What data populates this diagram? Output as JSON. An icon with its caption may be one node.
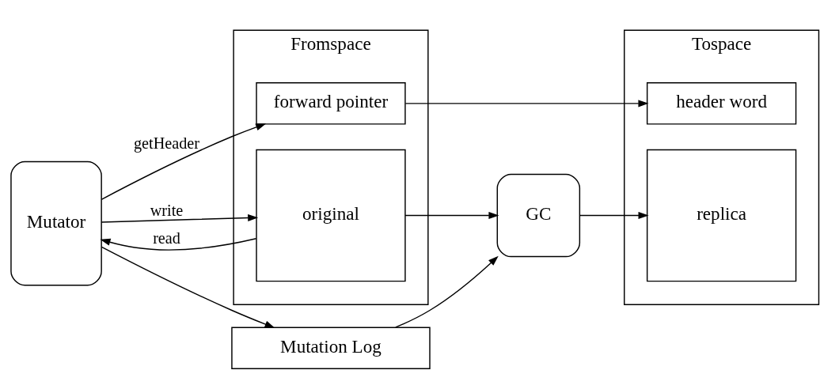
{
  "diagram": {
    "nodes": [
      {
        "text": [
          "Mutator"
        ]
      },
      {
        "text": [
          "Fromspace"
        ]
      },
      {
        "text": [
          "forward pointer"
        ],
        "in": 1
      },
      {
        "text": [
          "original"
        ],
        "in": 1
      },
      {
        "text": [
          "GC"
        ]
      },
      {
        "text": [
          "Tospace"
        ]
      },
      {
        "text": [
          "header word"
        ],
        "in": 5
      },
      {
        "text": [
          "replica"
        ],
        "in": 5
      },
      {
        "text": [
          "Mutation Log"
        ]
      }
    ],
    "edges": [
      {
        "from": 0,
        "to": 2,
        "arrow": "to",
        "label": "getHeader"
      },
      {
        "from": 3,
        "to": 0,
        "arrow": "to",
        "label": "read"
      },
      {
        "from": 0,
        "to": 3,
        "arrow": "to",
        "label": "write"
      },
      {
        "from": 0,
        "to": 8,
        "arrow": "to"
      },
      {
        "from": 2,
        "to": 6,
        "arrow": "to"
      },
      {
        "from": 3,
        "to": 4,
        "arrow": "to"
      },
      {
        "from": 4,
        "to": 7,
        "arrow": "to"
      },
      {
        "from": 8,
        "to": 4,
        "arrow": "to"
      }
    ]
  }
}
